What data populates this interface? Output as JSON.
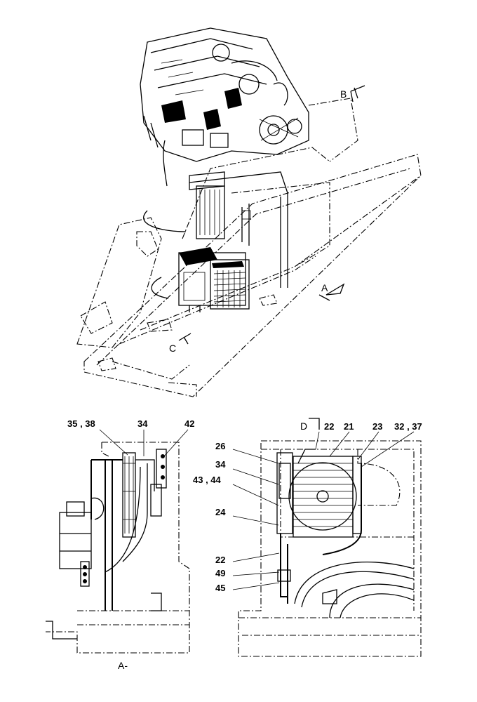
{
  "view_labels": {
    "a": "A",
    "b": "B",
    "c": "C",
    "d": "D",
    "section_a": "A-"
  },
  "left_detail": {
    "callouts": [
      "35 , 38",
      "34",
      "42"
    ]
  },
  "right_detail": {
    "callouts_top": [
      "22",
      "21",
      "23",
      "32 , 37"
    ],
    "callouts_left": [
      "26",
      "34",
      "43 , 44",
      "24",
      "22",
      "49",
      "45"
    ]
  }
}
